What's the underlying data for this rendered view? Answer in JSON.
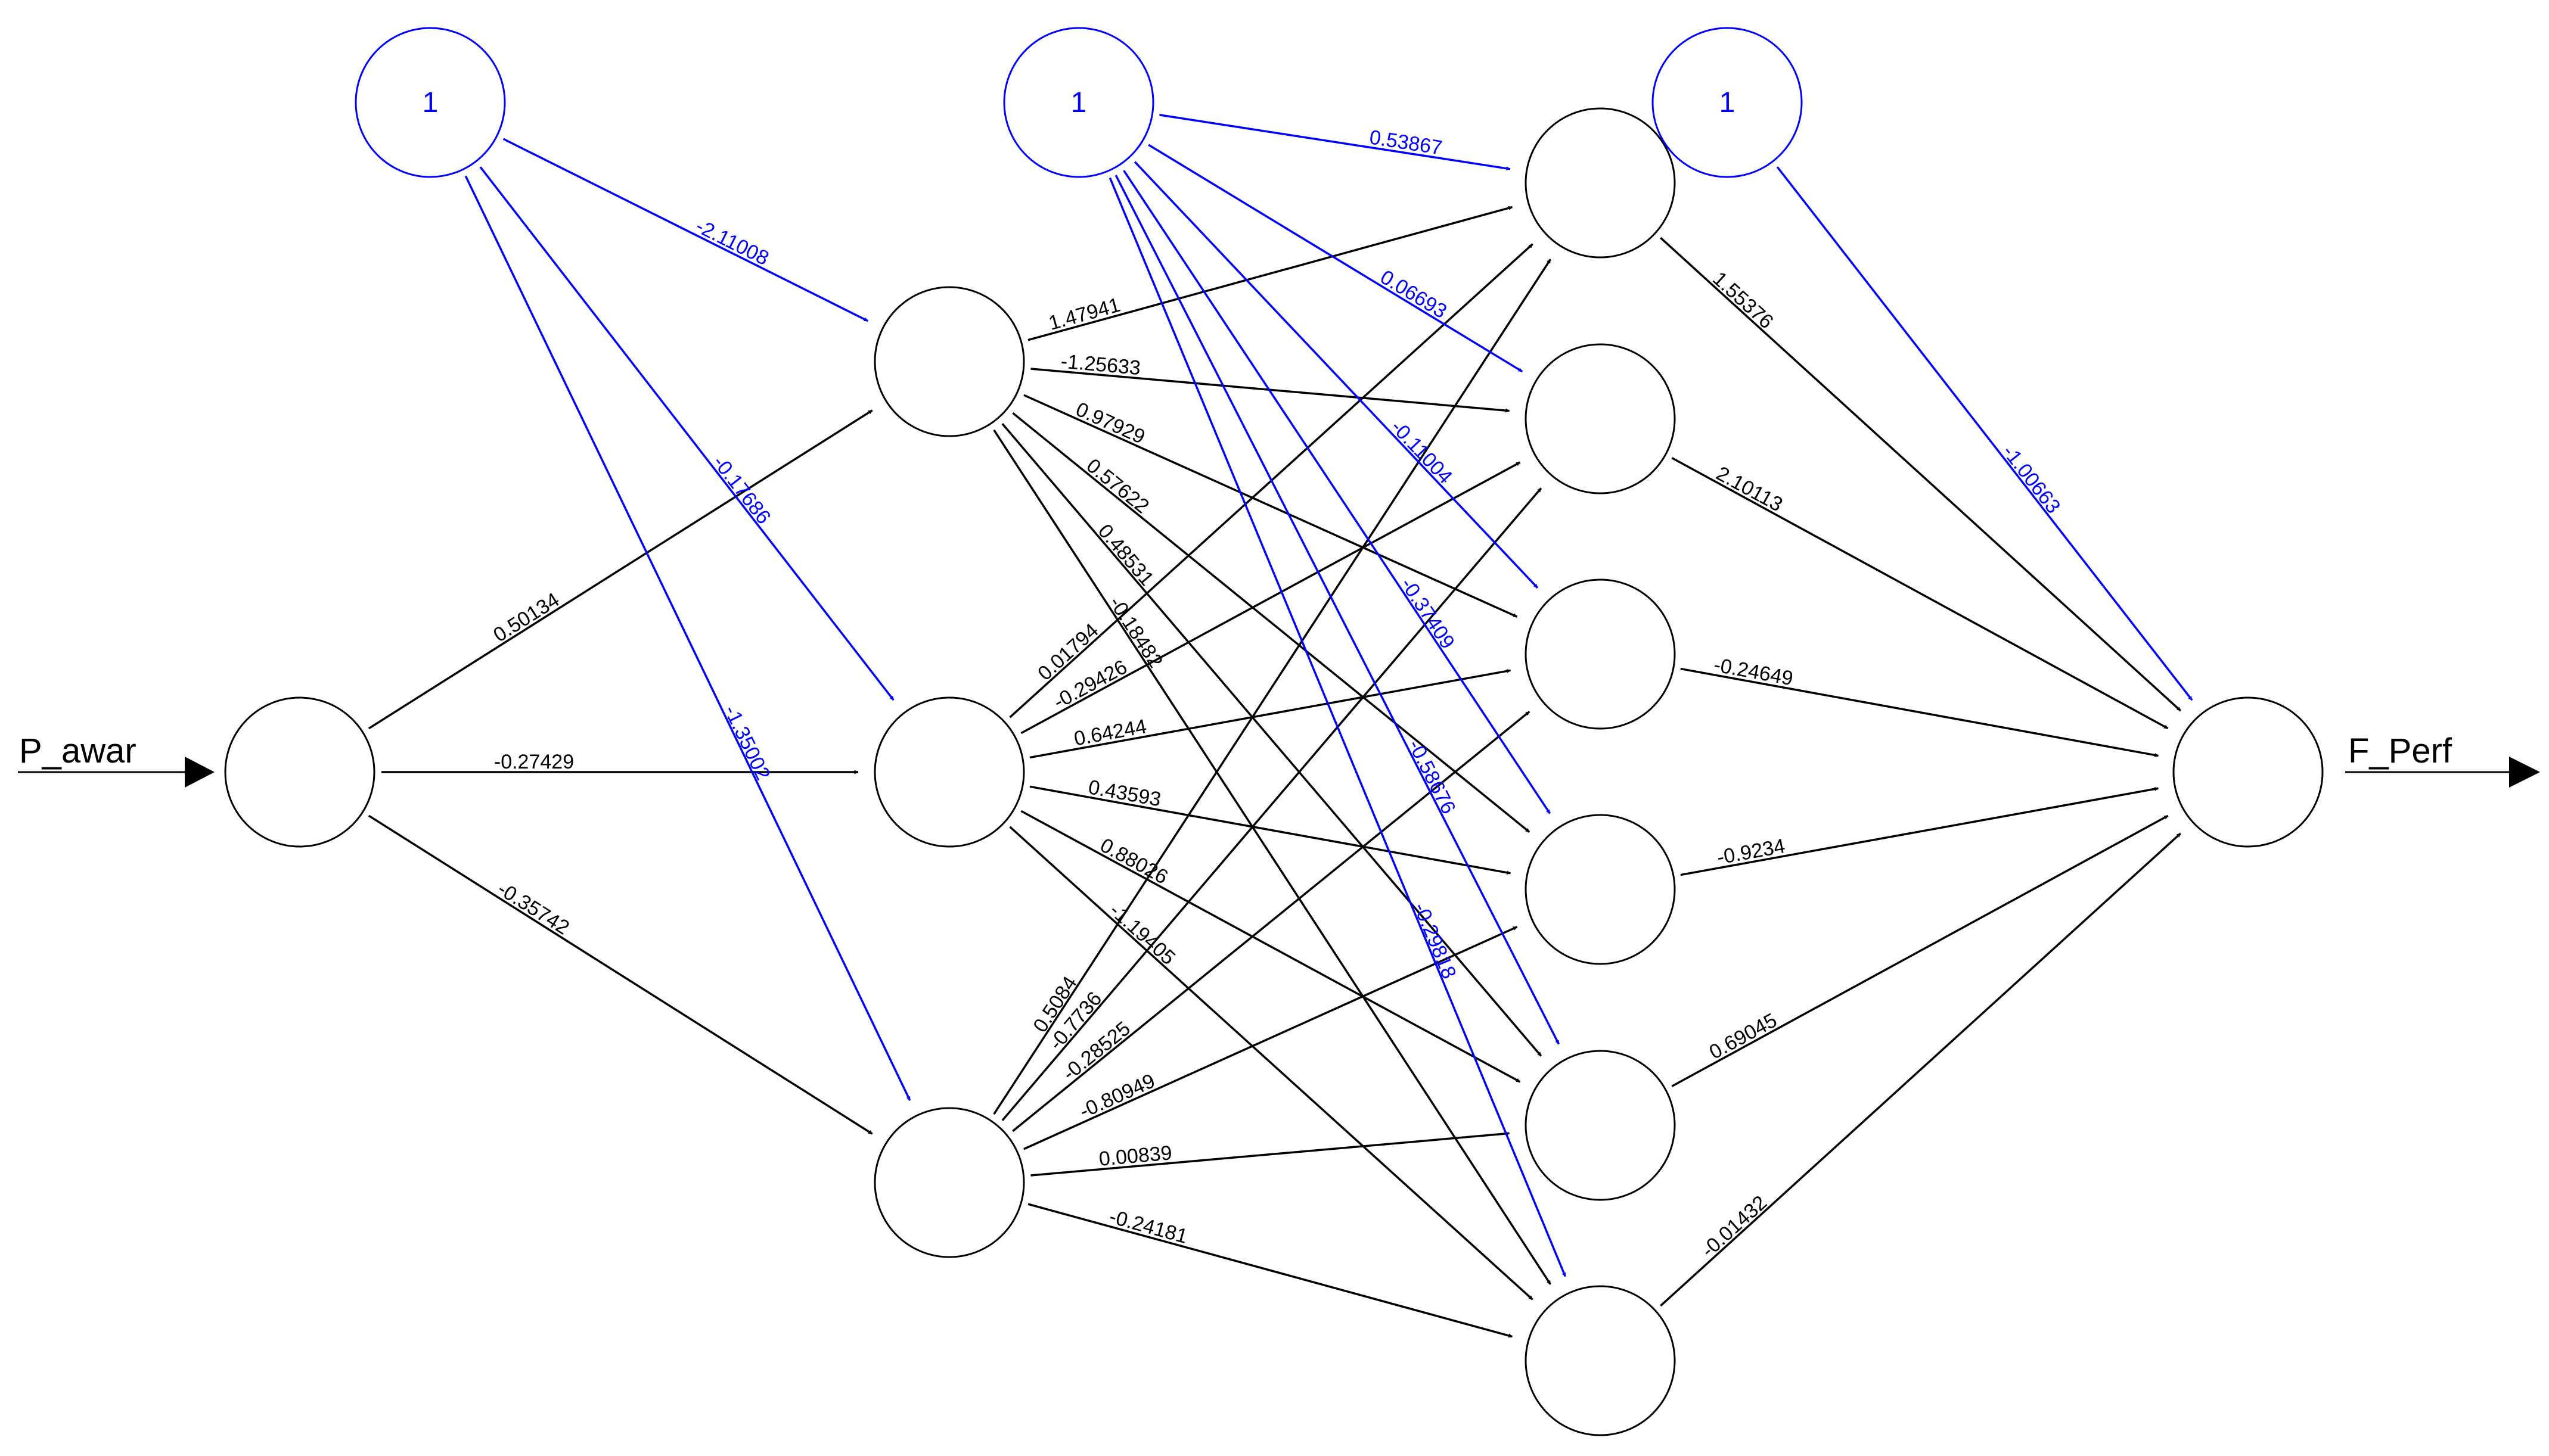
{
  "colors": {
    "weight_edge": "#000000",
    "bias_edge": "#0000ff",
    "neuron_stroke": "#000000",
    "bias_stroke": "#0000ff",
    "background": "#ffffff"
  },
  "network": {
    "input_label": "P_awar",
    "output_label": "F_Perf",
    "bias_label": "1",
    "layers": [
      1,
      3,
      6,
      1
    ],
    "weights": {
      "input_to_hidden1": [
        "0.50134",
        "-0.27429",
        "-0.35742"
      ],
      "bias_to_hidden1": [
        "-2.11008",
        "-0.17686",
        "-1.35002"
      ],
      "hidden1_to_hidden2": [
        [
          "1.47941",
          "-1.25633",
          "0.97929",
          "0.57622",
          "0.48531",
          "-0.18482"
        ],
        [
          "0.01794",
          "-0.29426",
          "0.64244",
          "0.43593",
          "0.88026",
          "-1.19405"
        ],
        [
          "0.5084",
          "-0.7736",
          "-0.28525",
          "-0.80949",
          "0.00839",
          "-0.24181"
        ]
      ],
      "bias_to_hidden2": [
        "0.53867",
        "0.06693",
        "-0.11004",
        "-0.37409",
        "-0.58676",
        "-0.29818"
      ],
      "hidden2_to_output": [
        "1.55376",
        "2.10113",
        "-0.24649",
        "-0.9234",
        "0.69045",
        "-0.01432"
      ],
      "bias_to_output": [
        "-1.00663"
      ]
    }
  }
}
